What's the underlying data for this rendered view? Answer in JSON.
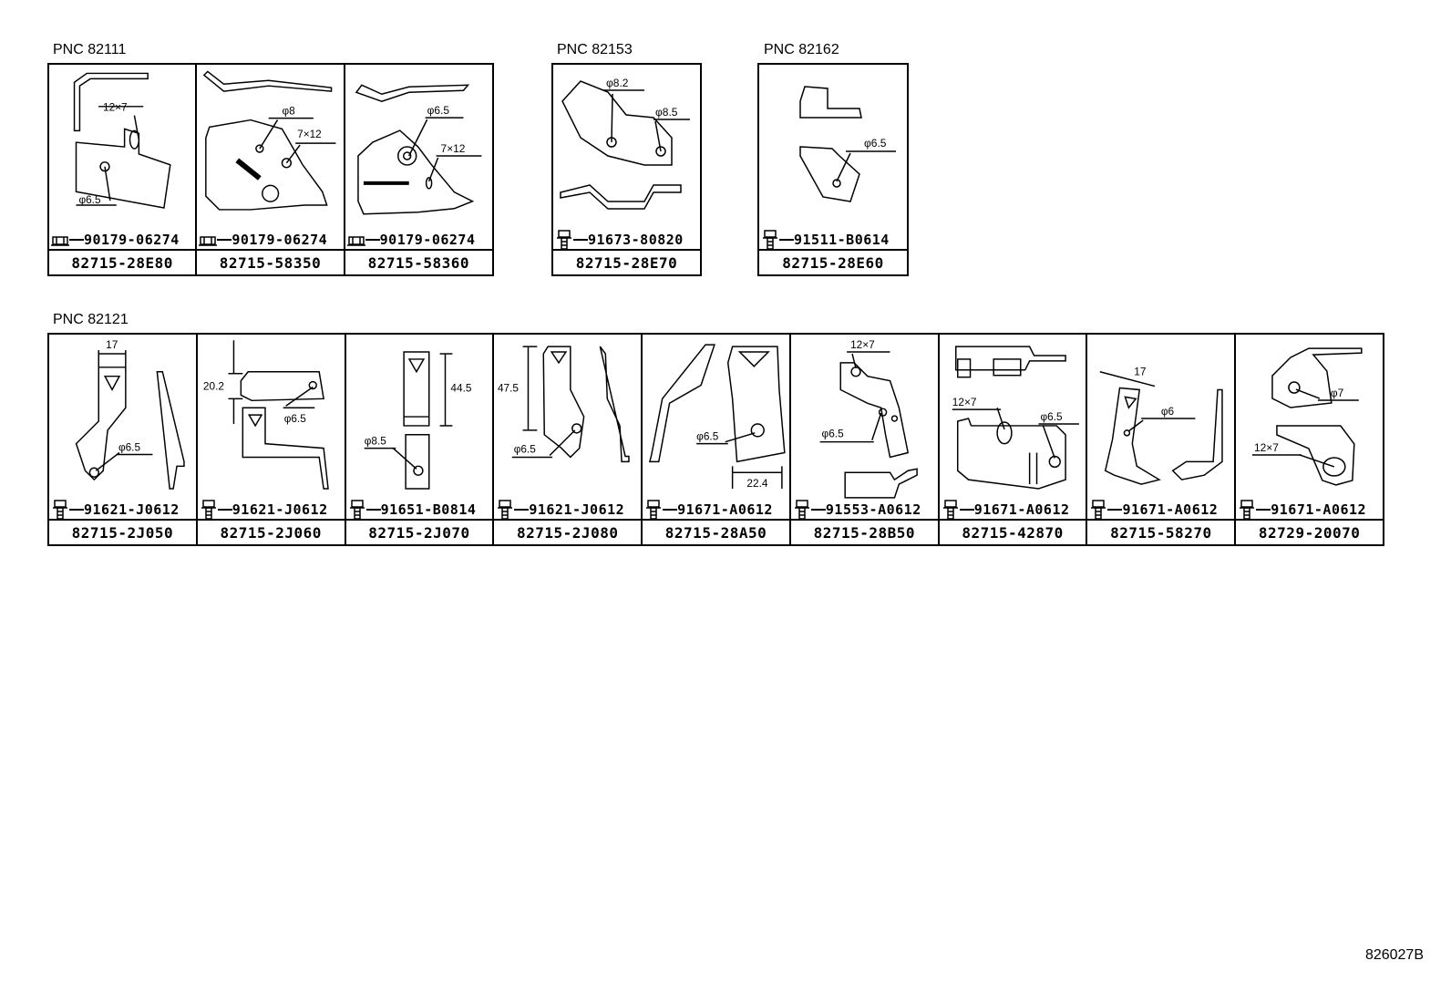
{
  "diagram_code": "826027B",
  "groups": [
    {
      "pnc": "PNC 82111",
      "cells": [
        {
          "fastener": "90179-06274",
          "fastener_type": "nut",
          "part": "82715-28E80",
          "dims": [
            "12×7",
            "φ6.5"
          ]
        },
        {
          "fastener": "90179-06274",
          "fastener_type": "nut",
          "part": "82715-58350",
          "dims": [
            "φ8",
            "7×12"
          ]
        },
        {
          "fastener": "90179-06274",
          "fastener_type": "nut",
          "part": "82715-58360",
          "dims": [
            "φ6.5",
            "7×12"
          ]
        }
      ]
    },
    {
      "pnc": "PNC 82153",
      "cells": [
        {
          "fastener": "91673-80820",
          "fastener_type": "bolt",
          "part": "82715-28E70",
          "dims": [
            "φ8.2",
            "φ8.5"
          ]
        }
      ]
    },
    {
      "pnc": "PNC 82162",
      "cells": [
        {
          "fastener": "91511-B0614",
          "fastener_type": "bolt",
          "part": "82715-28E60",
          "dims": [
            "φ6.5"
          ]
        }
      ]
    },
    {
      "pnc": "PNC 82121",
      "cells": [
        {
          "fastener": "91621-J0612",
          "fastener_type": "bolt",
          "part": "82715-2J050",
          "dims": [
            "17",
            "φ6.5"
          ]
        },
        {
          "fastener": "91621-J0612",
          "fastener_type": "bolt",
          "part": "82715-2J060",
          "dims": [
            "20.2",
            "φ6.5"
          ]
        },
        {
          "fastener": "91651-B0814",
          "fastener_type": "bolt",
          "part": "82715-2J070",
          "dims": [
            "44.5",
            "φ8.5"
          ]
        },
        {
          "fastener": "91621-J0612",
          "fastener_type": "bolt",
          "part": "82715-2J080",
          "dims": [
            "47.5",
            "φ6.5"
          ]
        },
        {
          "fastener": "91671-A0612",
          "fastener_type": "bolt",
          "part": "82715-28A50",
          "dims": [
            "φ6.5",
            "22.4"
          ]
        },
        {
          "fastener": "91553-A0612",
          "fastener_type": "bolt",
          "part": "82715-28B50",
          "dims": [
            "12×7",
            "φ6.5"
          ]
        },
        {
          "fastener": "91671-A0612",
          "fastener_type": "bolt",
          "part": "82715-42870",
          "dims": [
            "12×7",
            "φ6.5"
          ]
        },
        {
          "fastener": "91671-A0612",
          "fastener_type": "bolt",
          "part": "82715-58270",
          "dims": [
            "17",
            "φ6"
          ]
        },
        {
          "fastener": "91671-A0612",
          "fastener_type": "bolt",
          "part": "82729-20070",
          "dims": [
            "φ7",
            "12×7"
          ]
        }
      ]
    }
  ]
}
